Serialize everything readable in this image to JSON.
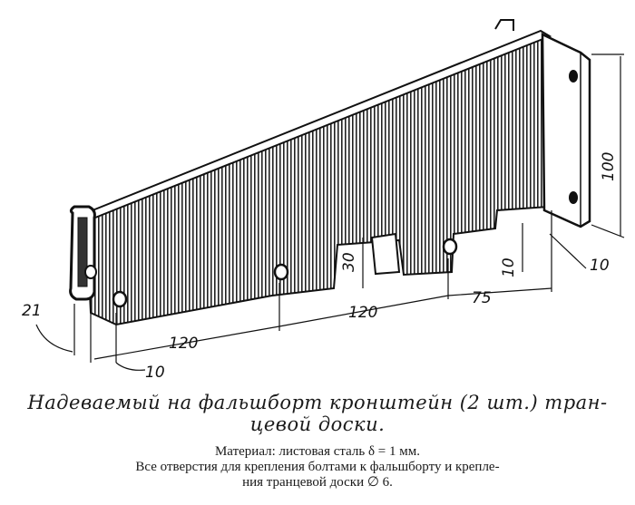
{
  "dimensions": {
    "d21": "21",
    "d10_bottom": "10",
    "d120_left": "120",
    "d120_mid": "120",
    "d75": "75",
    "d30": "30",
    "d10_notch": "10",
    "d100": "100",
    "d10_flange": "10"
  },
  "caption": {
    "title_line1": "Надеваемый на фальшборт кронштейн (2 шт.) тран-",
    "title_line2": "цевой доски.",
    "material": "Материал: листовая сталь δ = 1 мм.",
    "holes_line1": "Все отверстия для крепления болтами к фальшборту и крепле-",
    "holes_line2": "ния транцевой доски ∅ 6."
  }
}
